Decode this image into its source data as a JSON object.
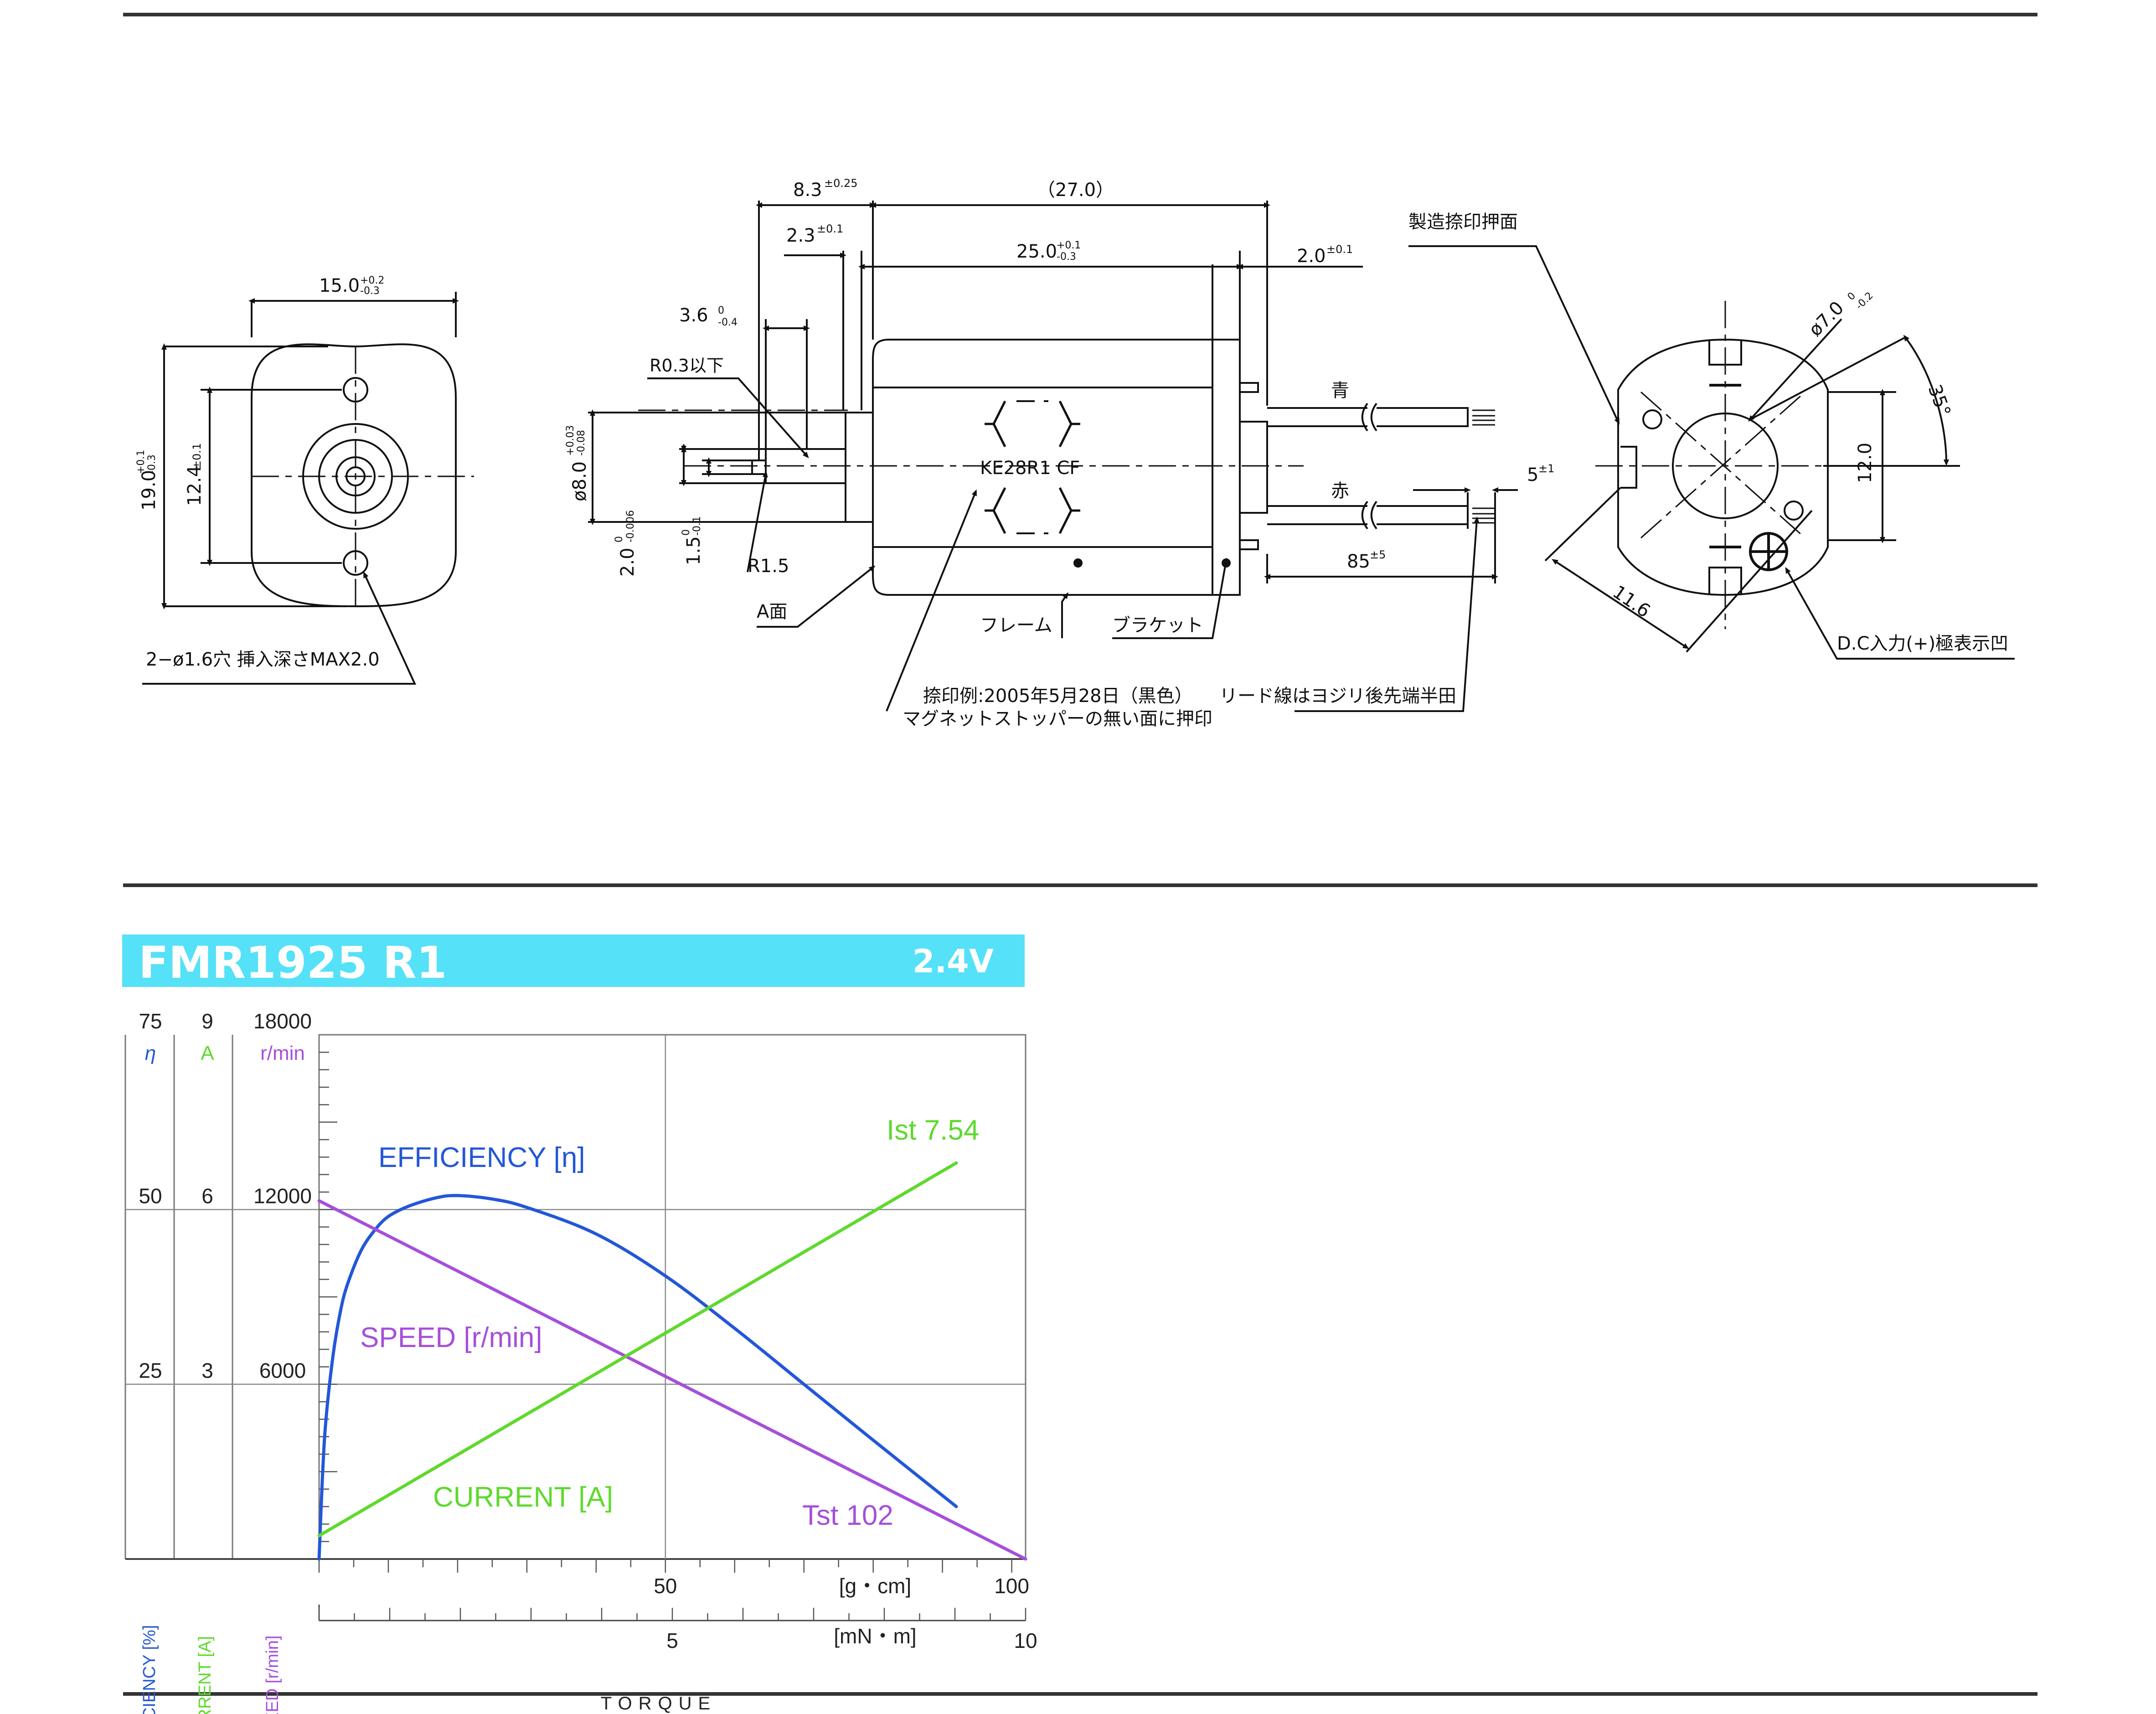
{
  "drawing": {
    "front_view": {
      "width_dim": "15.0",
      "width_tol_upper": "+0.2",
      "width_tol_lower": "-0.3",
      "height_dim": "19.0",
      "height_tol_upper": "+0.1",
      "height_tol_lower": "-0.3",
      "hole_pitch_dim": "12.4",
      "hole_pitch_tol": "±0.1",
      "note": "2−ø1.6穴 挿入深さMAX2.0"
    },
    "side_view": {
      "dim_8_3": "8.3",
      "dim_8_3_tol": "±0.25",
      "dim_27": "（27.0）",
      "dim_2_3": "2.3",
      "dim_2_3_tol": "±0.1",
      "dim_25": "25.0",
      "dim_25_tol_upper": "+0.1",
      "dim_25_tol_lower": "-0.3",
      "dim_2_0": "2.0",
      "dim_2_0_tol": "±0.1",
      "dim_3_6": "3.6",
      "dim_3_6_tol_upper": "0",
      "dim_3_6_tol_lower": "-0.4",
      "r03": "R0.3以下",
      "dim_8_0": "ø8.0",
      "dim_8_0_tol_upper": "+0.03",
      "dim_8_0_tol_lower": "-0.08",
      "dim_2_0_shaft": "2.0",
      "dim_2_0_shaft_tol_upper": "0",
      "dim_2_0_shaft_tol_lower": "-0.006",
      "dim_1_5": "1.5",
      "dim_1_5_tol_upper": "0",
      "dim_1_5_tol_lower": "-0.1",
      "r15": "R1.5",
      "a_face": "A面",
      "marking": "KE28R1 CF",
      "wire_blue": "青",
      "wire_red": "赤",
      "dim_5": "5",
      "dim_5_tol": "±1",
      "dim_85": "85",
      "dim_85_tol": "±5",
      "frame": "フレーム",
      "bracket": "ブラケット",
      "stamp_note_1": "捺印例:2005年5月28日（黒色）",
      "stamp_note_2": "マグネットストッパーの無い面に押印",
      "lead_note": "リード線はヨジリ後先端半田"
    },
    "rear_view": {
      "stamp_face": "製造捺印押面",
      "dia_7": "ø7.0",
      "dia_7_tol_upper": "0",
      "dia_7_tol_lower": "-0.2",
      "angle": "35°",
      "dim_12": "12.0",
      "dim_11_6": "11.6",
      "polarity_note": "D.C入力(+)極表示凹"
    }
  },
  "chart_header": {
    "model": "FMR1925 R1",
    "voltage": "2.4V",
    "band_color": "#55e1f7"
  },
  "chart_data": {
    "type": "line",
    "x_units_primary": "[g・cm]",
    "x_units_secondary": "[mN・m]",
    "xlabel": "TORQUE",
    "xlim": [
      0,
      102
    ],
    "x_ticks_primary": [
      50,
      100
    ],
    "x_ticks_secondary": [
      5,
      10
    ],
    "axes": {
      "efficiency": {
        "symbol": "η",
        "ticks": [
          25,
          50,
          75
        ],
        "ylim": [
          0,
          75
        ],
        "label": "EFFICIENCY [%]",
        "color": "#2357d8"
      },
      "current": {
        "symbol": "A",
        "ticks": [
          3,
          6,
          9
        ],
        "ylim": [
          0,
          9
        ],
        "label": "CURRENT [A]",
        "color": "#5ed92c"
      },
      "speed": {
        "symbol": "r/min",
        "ticks": [
          6000,
          12000,
          18000
        ],
        "ylim": [
          0,
          18000
        ],
        "label": "SPEED [r/min]",
        "color": "#a64fdb"
      }
    },
    "series": [
      {
        "name": "EFFICIENCY [η]",
        "axis": "efficiency",
        "color": "#2357d8",
        "x": [
          0,
          0.5,
          1,
          2,
          3,
          4,
          6,
          8,
          10,
          13,
          17,
          20,
          25,
          30,
          40,
          50,
          60,
          70,
          80,
          92
        ],
        "y": [
          0,
          12,
          20,
          29,
          35,
          39,
          44,
          47,
          49,
          50.5,
          51.7,
          52,
          51.5,
          50.3,
          46.5,
          40.5,
          33,
          25,
          17,
          7.5
        ]
      },
      {
        "name": "SPEED [r/min]",
        "axis": "speed",
        "color": "#a64fdb",
        "x": [
          0,
          102
        ],
        "y": [
          12300,
          0
        ]
      },
      {
        "name": "CURRENT [A]",
        "axis": "current",
        "color": "#5ed92c",
        "x": [
          0,
          92
        ],
        "y": [
          0.4,
          6.8
        ]
      }
    ],
    "annotations": {
      "efficiency": "EFFICIENCY [η]",
      "speed": "SPEED [r/min]",
      "current": "CURRENT [A]",
      "ist": "Ist 7.54",
      "tst": "Tst 102"
    },
    "grid": true
  }
}
